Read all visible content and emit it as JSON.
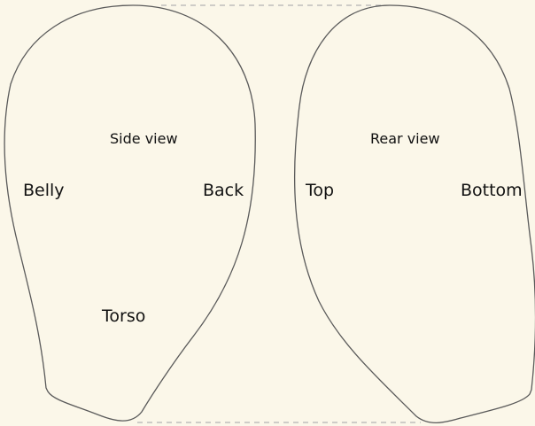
{
  "colors": {
    "background": "#fbf7e9",
    "outline": "#5a5a5a",
    "guide": "#b3b3b3",
    "text": "#111111"
  },
  "left_panel": {
    "title": "Side view",
    "labels": {
      "left": "Belly",
      "right": "Back",
      "bottom": "Torso"
    }
  },
  "right_panel": {
    "title": "Rear view",
    "labels": {
      "left": "Top",
      "right": "Bottom"
    }
  }
}
